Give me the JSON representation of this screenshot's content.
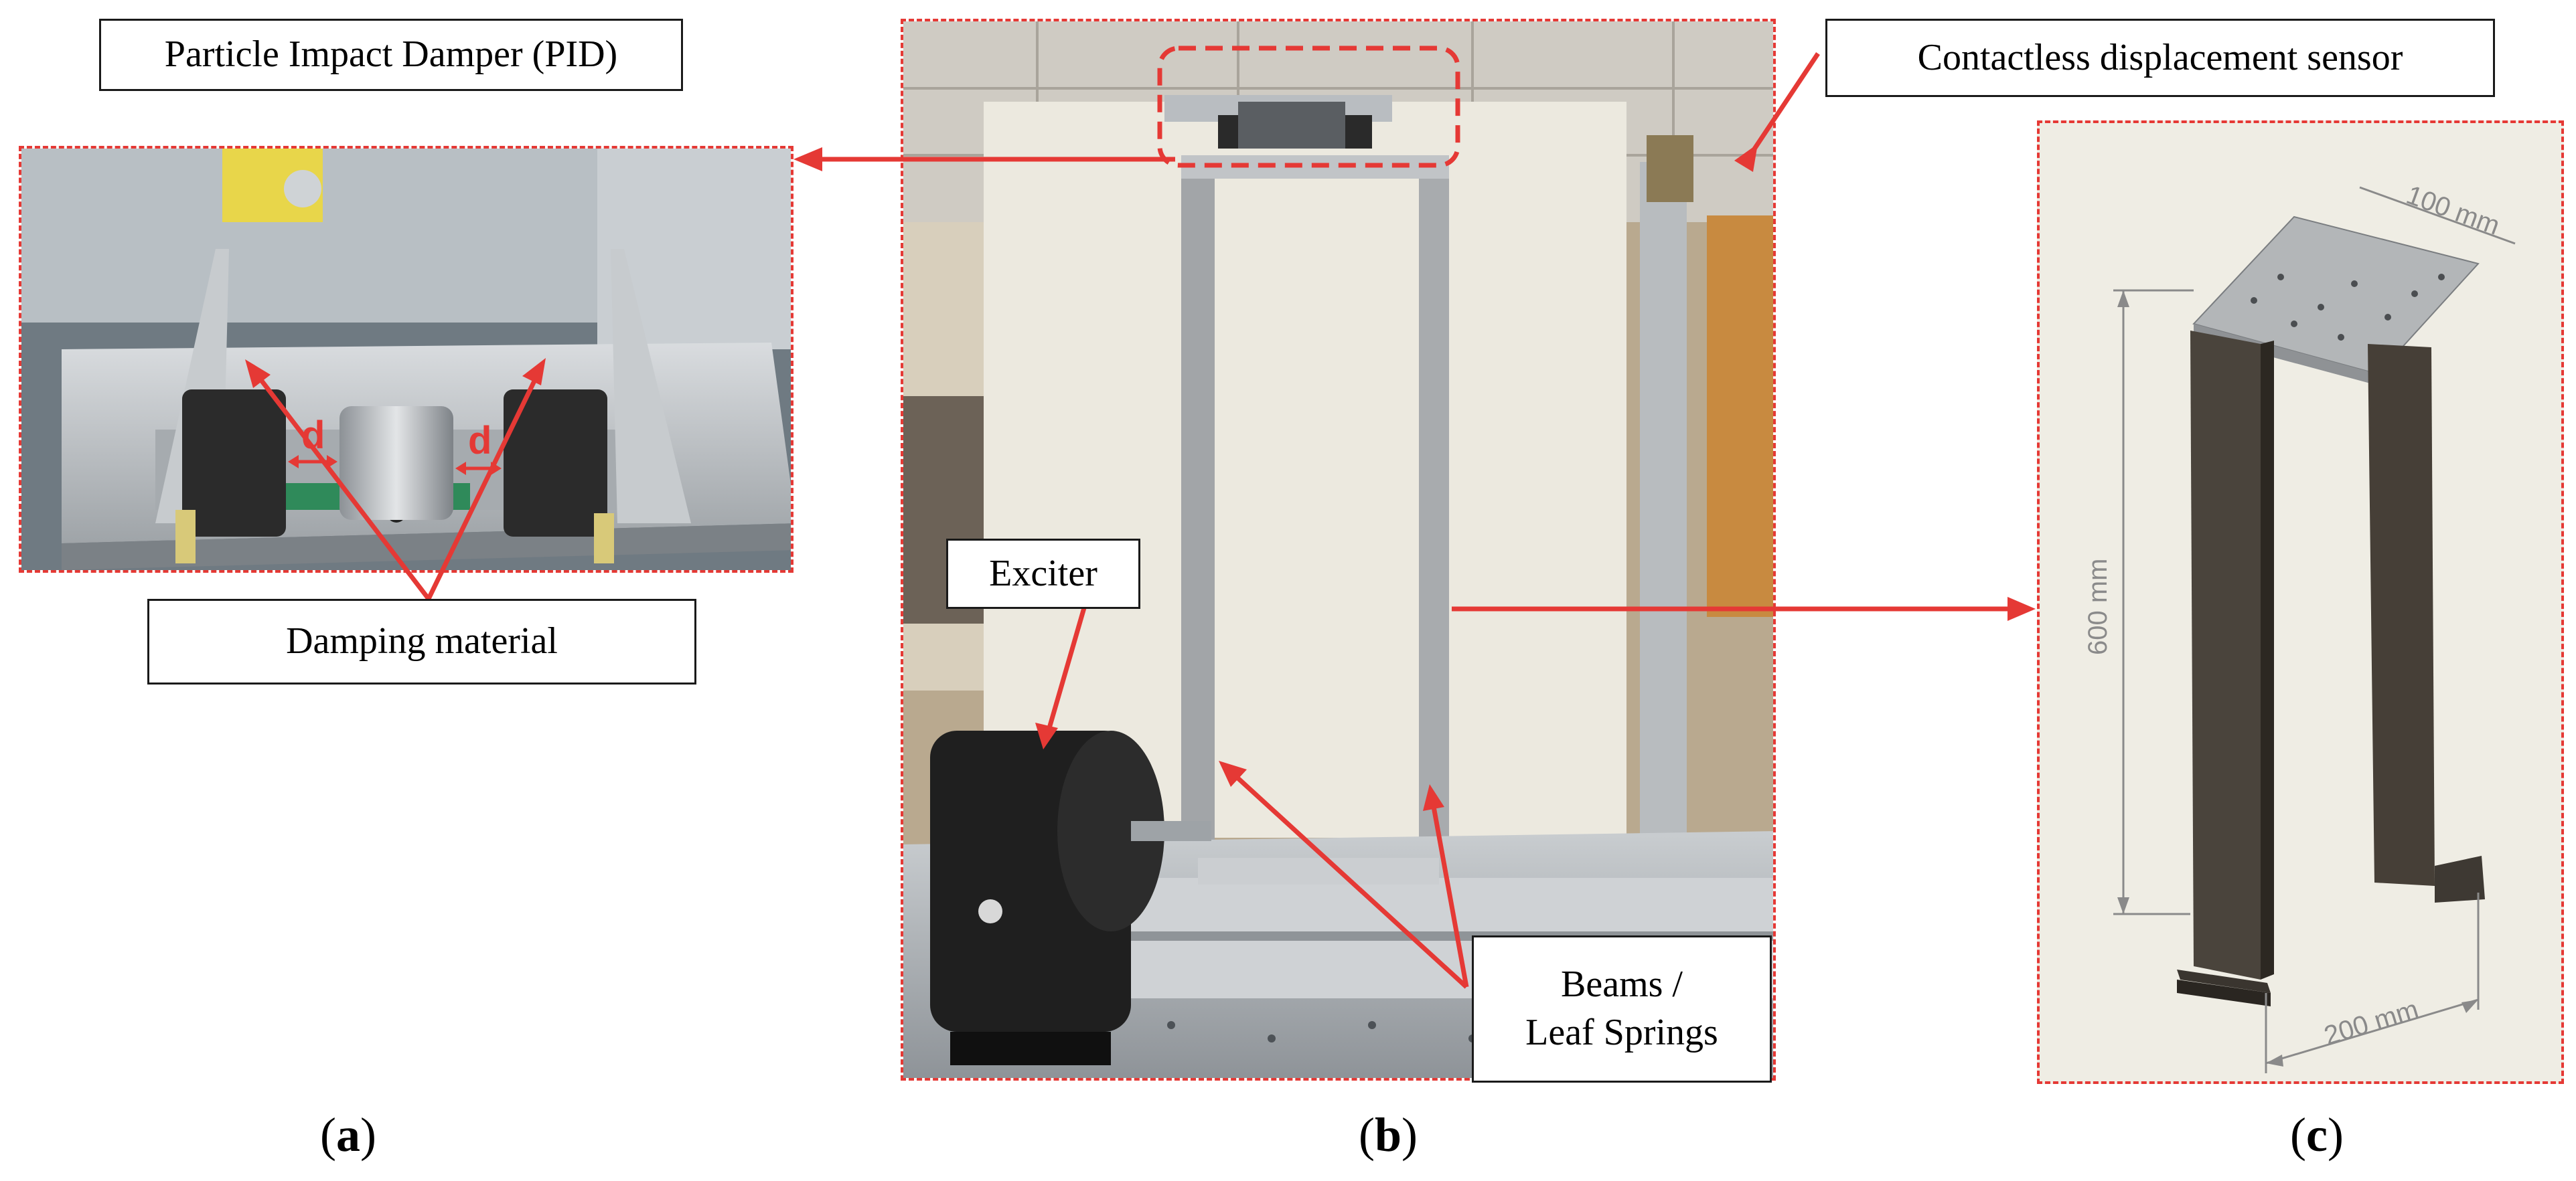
{
  "labels": {
    "pid": "Particle Impact Damper (PID)",
    "damping": "Damping material",
    "sensor": "Contactless displacement sensor",
    "exciter": "Exciter",
    "beams_line1": "Beams /",
    "beams_line2": "Leaf Springs"
  },
  "panel_a": {
    "gap_symbol": "d"
  },
  "panel_c": {
    "dim_depth": "100 mm",
    "dim_height": "600 mm",
    "dim_width": "200 mm"
  },
  "captions": {
    "a": "a",
    "b": "b",
    "c": "c"
  },
  "colors": {
    "annotation_red": "#e53935",
    "cad_background": "#efede4",
    "steel_dark": "#4a443c"
  }
}
